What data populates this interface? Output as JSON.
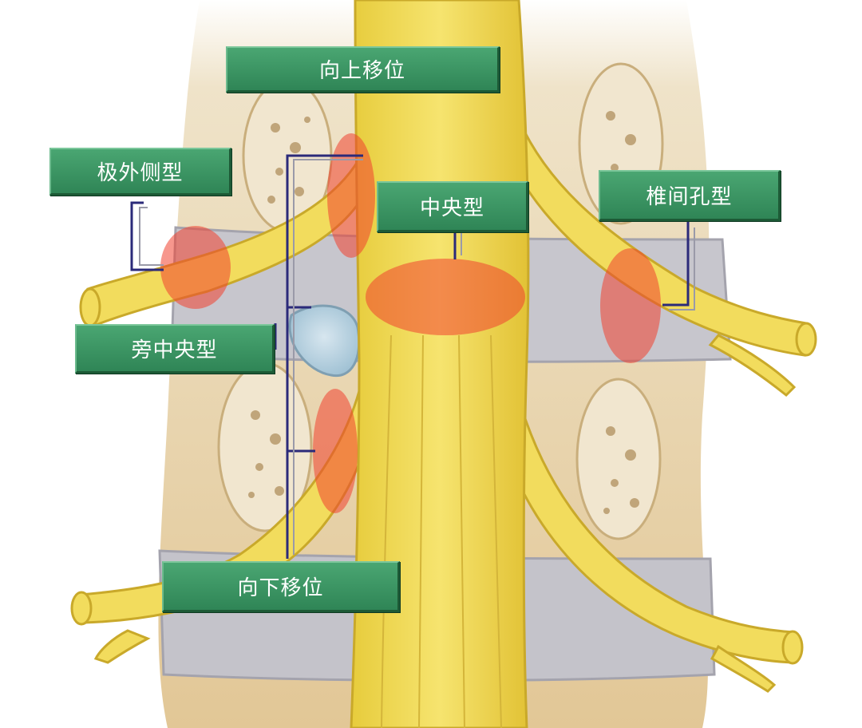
{
  "labels": {
    "upward": "向上移位",
    "far_lateral": "极外侧型",
    "central": "中央型",
    "foraminal": "椎间孔型",
    "paracentral": "旁中央型",
    "downward": "向下移位"
  },
  "colors": {
    "label_green": "#3a9462",
    "nerve_yellow": "#f2dc5d",
    "bone_tan": "#e6c99a",
    "disc_grey": "#bfbfc7",
    "highlight_red": "#ef4444",
    "bracket_navy": "#2b2a7a"
  }
}
